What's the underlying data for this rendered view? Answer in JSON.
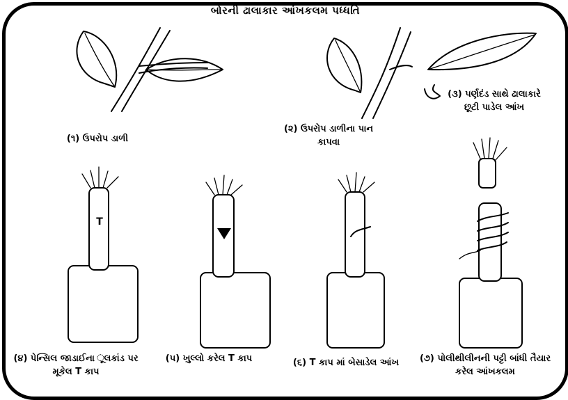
{
  "title": "બોરની ઢાલાકાર આંખકલમ પધ્ધતિ",
  "stem_letter": "T",
  "captions": {
    "c1": "(૧) ઉપરોપ ડાળી",
    "c2": "(૨) ઉપરોપ ડાળીના પાન કાપવા",
    "c3": "(૩) પર્ણદંડ સાથે ઢાલાકારે છૂટી પાડેલ આંખ",
    "c4": "(૪) પેન્સિલ જાડાઈના ૂલકાંડ પર મૂકેલ T કાપ",
    "c5": "(૫) ખુલ્લો કરેલ T કાપ",
    "c6": "(૬) T કાપ માં બેસાડેલ આંખ",
    "c7": "(૭) પોલીથીલીનની પટ્ટી બાંધી તૈયાર કરેલ આંખકલમ"
  }
}
